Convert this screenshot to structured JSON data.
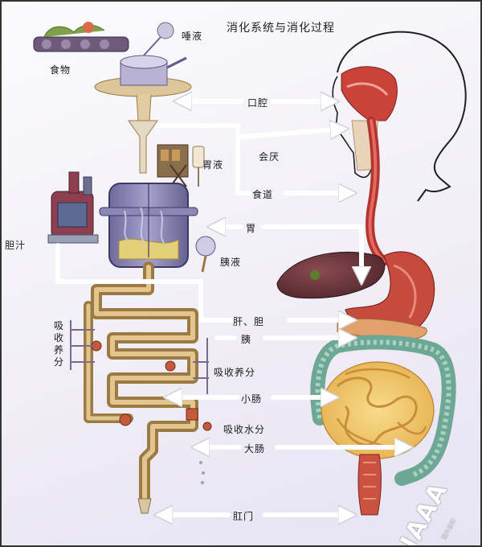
{
  "title": "消化系统与消化过程",
  "labels": {
    "food": "食物",
    "saliva": "唾液",
    "mouth": "口腔",
    "epiglottis": "会厌",
    "gastric_juice": "胃液",
    "esophagus": "食道",
    "stomach": "胃",
    "bile": "胆汁",
    "pancreatic_juice": "胰液",
    "liver_gallbladder": "肝、胆",
    "pancreas": "胰",
    "absorb_nutrients_left": "吸收养分",
    "absorb_nutrients_right": "吸收养分",
    "small_intestine": "小肠",
    "absorb_water": "吸收水分",
    "large_intestine": "大肠",
    "anus": "肛门"
  },
  "watermark": {
    "brand": "IAAA",
    "sub": "图片傲速"
  },
  "colors": {
    "pipe": "#c9a46a",
    "pipe_dark": "#9c7a44",
    "arrow": "#ffffff",
    "machine": "#7d78a8",
    "organ_red": "#c9423a",
    "liver": "#6e3a3f",
    "intestine": "#f2c766",
    "colon": "#7fb3a2"
  }
}
